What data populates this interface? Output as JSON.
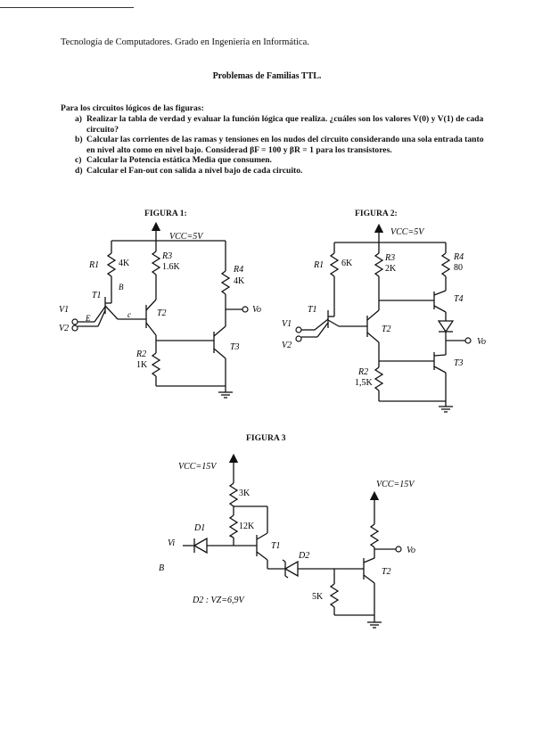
{
  "document": {
    "header": "Tecnología de Computadores. Grado en Ingeniería en Informática.",
    "title": "Problemas de Familias TTL.",
    "intro": "Para los circuitos lógicos de las figuras:",
    "tasks": [
      {
        "letter": "a)",
        "text": "Realizar la tabla de verdad y evaluar la función lógica que realiza. ¿cuáles son los valores V(0) y V(1) de cada circuito?"
      },
      {
        "letter": "b)",
        "text": "Calcular las corrientes de las ramas y tensiones en los nudos del circuito considerando una sola entrada tanto en nivel alto como en nivel bajo. Considerad βF = 100 y βR = 1 para los transistores."
      },
      {
        "letter": "c)",
        "text": "Calcular la Potencia estática Media que consumen."
      },
      {
        "letter": "d)",
        "text": "Calcular el Fan-out con salida a nivel bajo de cada circuito."
      }
    ]
  },
  "figure1": {
    "label": "FIGURA 1:",
    "vcc": "VCC=5V",
    "r1": "R1",
    "r1_value": "4K",
    "r3": "R3",
    "r3_value": "1.6K",
    "r4": "R4",
    "r4_value": "4K",
    "r2": "R2",
    "r2_value": "1K",
    "t1": "T1",
    "t2": "T2",
    "t3": "T3",
    "v1": "V1",
    "v2": "V2",
    "vo": "Vo",
    "note_b": "B",
    "note_e": "E",
    "note_c": "c"
  },
  "figure2": {
    "label": "FIGURA 2:",
    "vcc": "VCC=5V",
    "r1": "R1",
    "r1_value": "6K",
    "r3": "R3",
    "r3_value": "2K",
    "r4": "R4",
    "r4_value": "80",
    "r2": "R2",
    "r2_value": "1,5K",
    "t1": "T1",
    "t2": "T2",
    "t3": "T3",
    "t4": "T4",
    "v1": "V1",
    "v2": "V2",
    "vo": "Vo"
  },
  "figure3": {
    "label": "FIGURA 3",
    "vcc_left": "VCC=15V",
    "vcc_right": "VCC=15V",
    "r_top": "3K",
    "r_mid": "12K",
    "r_bottom": "5K",
    "d1": "D1",
    "d2": "D2",
    "t1": "T1",
    "t2": "T2",
    "vi": "Vi",
    "vo": "Vo",
    "note": "B",
    "zener": "D2 : VZ=6,9V"
  }
}
